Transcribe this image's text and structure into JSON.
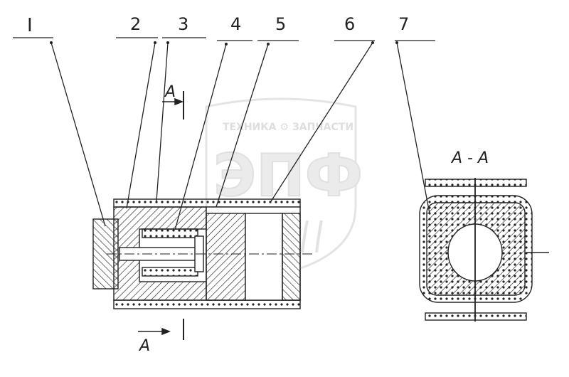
{
  "callouts": [
    {
      "label": "I"
    },
    {
      "label": "2"
    },
    {
      "label": "3"
    },
    {
      "label": "4"
    },
    {
      "label": "5"
    },
    {
      "label": "6"
    },
    {
      "label": "7"
    }
  ],
  "section": {
    "cut_label_top": "А",
    "cut_label_bottom": "А",
    "view_title": "А - А"
  },
  "watermark": {
    "top_text": "ТЕХНИКА ⚙ ЗАПЧАСТИ",
    "logo_text": "ЭПФ"
  },
  "colors": {
    "ink": "#222222",
    "watermark": "#d9d9d9"
  }
}
